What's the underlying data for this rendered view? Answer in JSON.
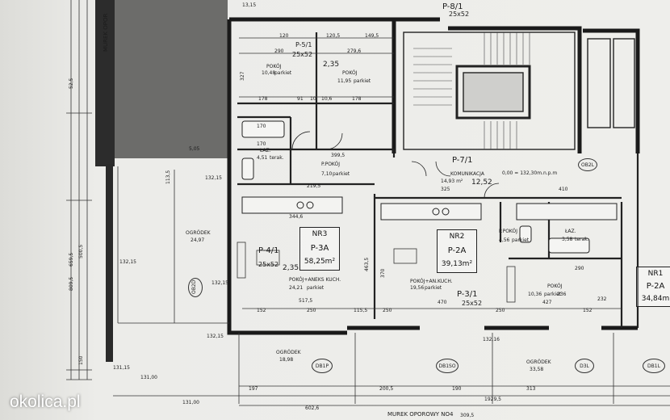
{
  "watermark": "okolica.pl",
  "wall_labels": {
    "left_wall": "MUREK OPOR",
    "bottom_wall": "MUREK OPOROWY NO4"
  },
  "apartments": [
    {
      "nr": "NR3",
      "code": "P-3A",
      "area": "58,25m²"
    },
    {
      "nr": "NR2",
      "code": "P-2A",
      "area": "39,13m²"
    },
    {
      "nr": "NR1",
      "code": "P-2A",
      "area": "34,84m"
    }
  ],
  "rooms": {
    "pokoj_1048": [
      "POKÓJ",
      "10,48",
      "parkiet"
    ],
    "pokoj_1195": [
      "POKÓJ",
      "11,95",
      "parkiet"
    ],
    "laz_451": [
      "ŁAZ.",
      "4,51",
      "terak."
    ],
    "ppokoj_710": [
      "P.POKÓJ",
      "7,10",
      "parkiet"
    ],
    "pokoj_kuch_2421": [
      "POKÓJ+ANEKS KUCH.",
      "24,21",
      "parkiet"
    ],
    "ppokoj_456": [
      "P.POKÓJ",
      "4,56",
      "parkiet"
    ],
    "laz_358": [
      "ŁAZ.",
      "3,58",
      "terak."
    ],
    "pokoj_kuch_1956": [
      "POKÓJ+AN.KUCH.",
      "19,56",
      "parkiet"
    ],
    "pokoj_1036": [
      "POKÓJ",
      "10,36",
      "parkiet"
    ],
    "ogrodek_2497": [
      "OGRÓDEK",
      "24,97"
    ],
    "ogrodek_1898": [
      "OGRÓDEK",
      "18,98"
    ],
    "ogrodek_3358": [
      "OGRÓDEK",
      "33,58"
    ],
    "komunikacja": [
      "KOMUNIKACJA",
      "14,93 m²",
      "12,52"
    ],
    "level": "0,00 = 132,30m.n.p.m"
  },
  "grid_marks": {
    "p58": "P-5/1",
    "p58b": "25x52",
    "p235": "2,35",
    "p71": "P-7/1",
    "p31": "P-3/1",
    "p31b": "25x52",
    "p41": "P-4/1",
    "p41b": "25x52",
    "p41c": "2,35",
    "p87": "P-8/1",
    "p87b": "25x52"
  },
  "markers": [
    "DB1P",
    "DB1SO",
    "D3L",
    "DB1L",
    "OB2D",
    "OB2L"
  ],
  "dimensions": {
    "d_315": "13,15",
    "d_120": "120",
    "d_1205": "120,5",
    "d_1495": "149,5",
    "d_290": "290",
    "d_2796": "279,6",
    "d_178a": "178",
    "d_178b": "178",
    "d_91": "91",
    "d_10": "10",
    "d_106": "10,6",
    "d_170a": "170",
    "d_170b": "170",
    "d_3995": "399,5",
    "d_2195": "219,5",
    "d_3446": "344,6",
    "d_5175": "517,5",
    "d_152a": "152",
    "d_250a": "250",
    "d_1155": "115,5",
    "d_250b": "250",
    "d_470": "470",
    "d_250c": "250",
    "d_152b": "152",
    "d_232": "232",
    "d_4635": "463,5",
    "d_327": "327",
    "d_5005": "500,5",
    "d_6595": "659,5",
    "d_8095": "809,5",
    "d_325": "325",
    "d_410": "410",
    "d_290b": "290",
    "d_236": "236",
    "d_427": "427",
    "d_370": "370",
    "d_197": "197",
    "d_2005": "200,5",
    "d_190": "190",
    "d_313": "313",
    "d_6026": "602,6",
    "d_19295": "1929,5",
    "d_3095": "309,5",
    "d_1215a": "132,15",
    "d_1215b": "132,15",
    "d_1215c": "132,15",
    "d_1215d": "132,15",
    "d_1215e": "132,16",
    "d_13100": "131,00",
    "d_131b": "131,00",
    "d_1315": "131,15",
    "d_1305": "5,05",
    "d_1135": "113,5",
    "d_150": "150",
    "d_525": "52,5"
  }
}
